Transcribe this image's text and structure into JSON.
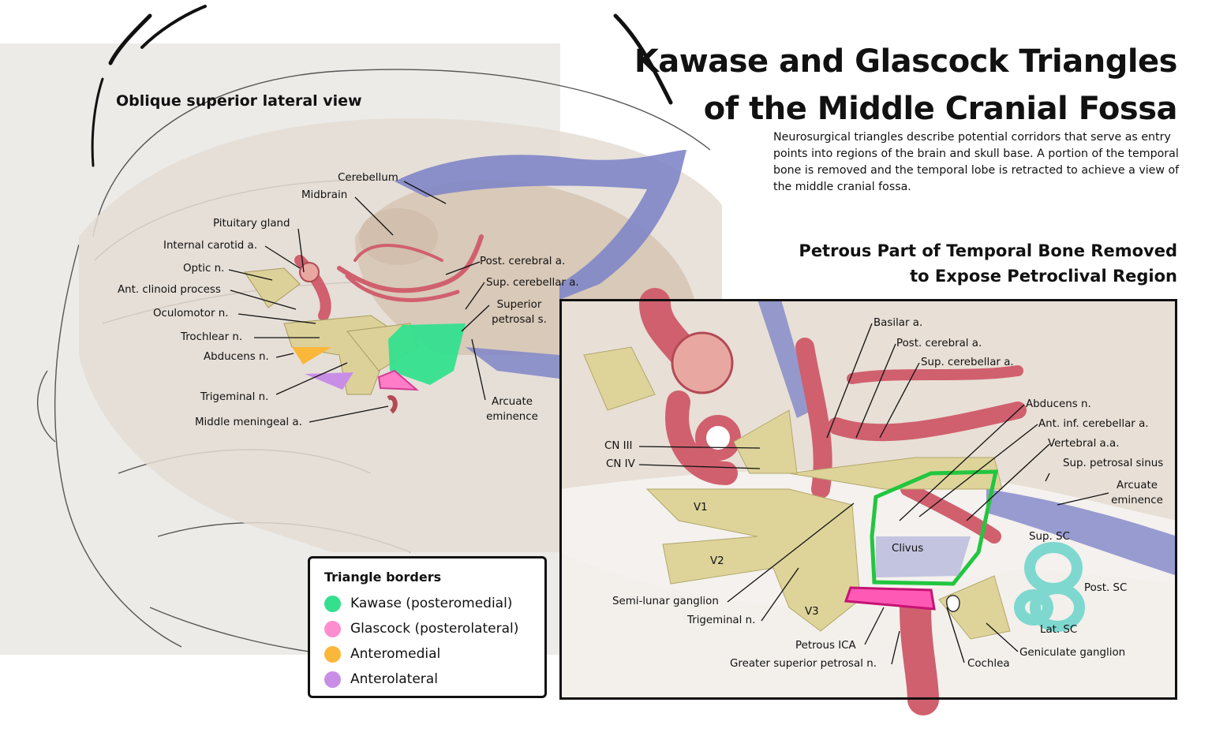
{
  "title": {
    "line1": "Kawase and Glascock Triangles",
    "line2": "of the Middle Cranial Fossa"
  },
  "description": "Neurosurgical triangles describe potential corridors that serve as entry points into regions of the brain and skull base.  A portion of the temporal bone is removed and the temporal lobe is retracted to achieve a view of the middle cranial fossa.",
  "view_label": "Oblique superior lateral view",
  "inset_heading": {
    "line1": "Petrous Part of Temporal Bone Removed",
    "line2": "to Expose Petroclival Region"
  },
  "main_labels": {
    "cerebellum": "Cerebellum",
    "midbrain": "Midbrain",
    "pituitary_gland": "Pituitary gland",
    "internal_carotid": "Internal carotid a.",
    "optic_n": "Optic n.",
    "ant_clinoid": "Ant. clinoid process",
    "oculomotor": "Oculomotor n.",
    "trochlear": "Trochlear n.",
    "abducens": "Abducens n.",
    "trigeminal": "Trigeminal n.",
    "middle_meningeal": "Middle meningeal a.",
    "post_cerebral": "Post. cerebral a.",
    "sup_cerebellar": "Sup. cerebellar a.",
    "superior_petrosal_1": "Superior",
    "superior_petrosal_2": "petrosal s.",
    "arcuate_1": "Arcuate",
    "arcuate_2": "eminence"
  },
  "inset_labels": {
    "basilar": "Basilar a.",
    "post_cerebral": "Post. cerebral a.",
    "sup_cerebellar": "Sup. cerebellar a.",
    "abducens": "Abducens n.",
    "ant_inf_cerebellar": "Ant. inf. cerebellar a.",
    "vertebral": "Vertebral a.a.",
    "sup_petrosal_sinus": "Sup. petrosal sinus",
    "arcuate_1": "Arcuate",
    "arcuate_2": "eminence",
    "cn3": "CN III",
    "cn4": "CN IV",
    "v1": "V1",
    "v2": "V2",
    "v3": "V3",
    "clivus": "Clivus",
    "semilunar": "Semi-lunar ganglion",
    "trigeminal": "Trigeminal n.",
    "petrous_ica": "Petrous ICA",
    "gsp": "Greater superior petrosal n.",
    "cochlea": "Cochlea",
    "geniculate": "Geniculate ganglion",
    "sup_sc": "Sup. SC",
    "post_sc": "Post. SC",
    "lat_sc": "Lat. SC"
  },
  "legend": {
    "title": "Triangle borders",
    "items": [
      {
        "label": "Kawase (posteromedial)",
        "color": "#34e08e"
      },
      {
        "label": "Glascock (posterolateral)",
        "color": "#ff8ed0"
      },
      {
        "label": "Anteromedial",
        "color": "#fbb73a"
      },
      {
        "label": "Anterolateral",
        "color": "#c88ee6"
      }
    ]
  },
  "colors": {
    "kawase": "#34e08e",
    "glascock": "#ff8ed0",
    "anteromedial": "#fbb73a",
    "anterolateral": "#c88ee6",
    "artery": "#d0606e",
    "sinus": "#7f86c8",
    "nerve": "#ded49a",
    "bone": "#e8dfd6",
    "canal": "#7ed8cf"
  }
}
